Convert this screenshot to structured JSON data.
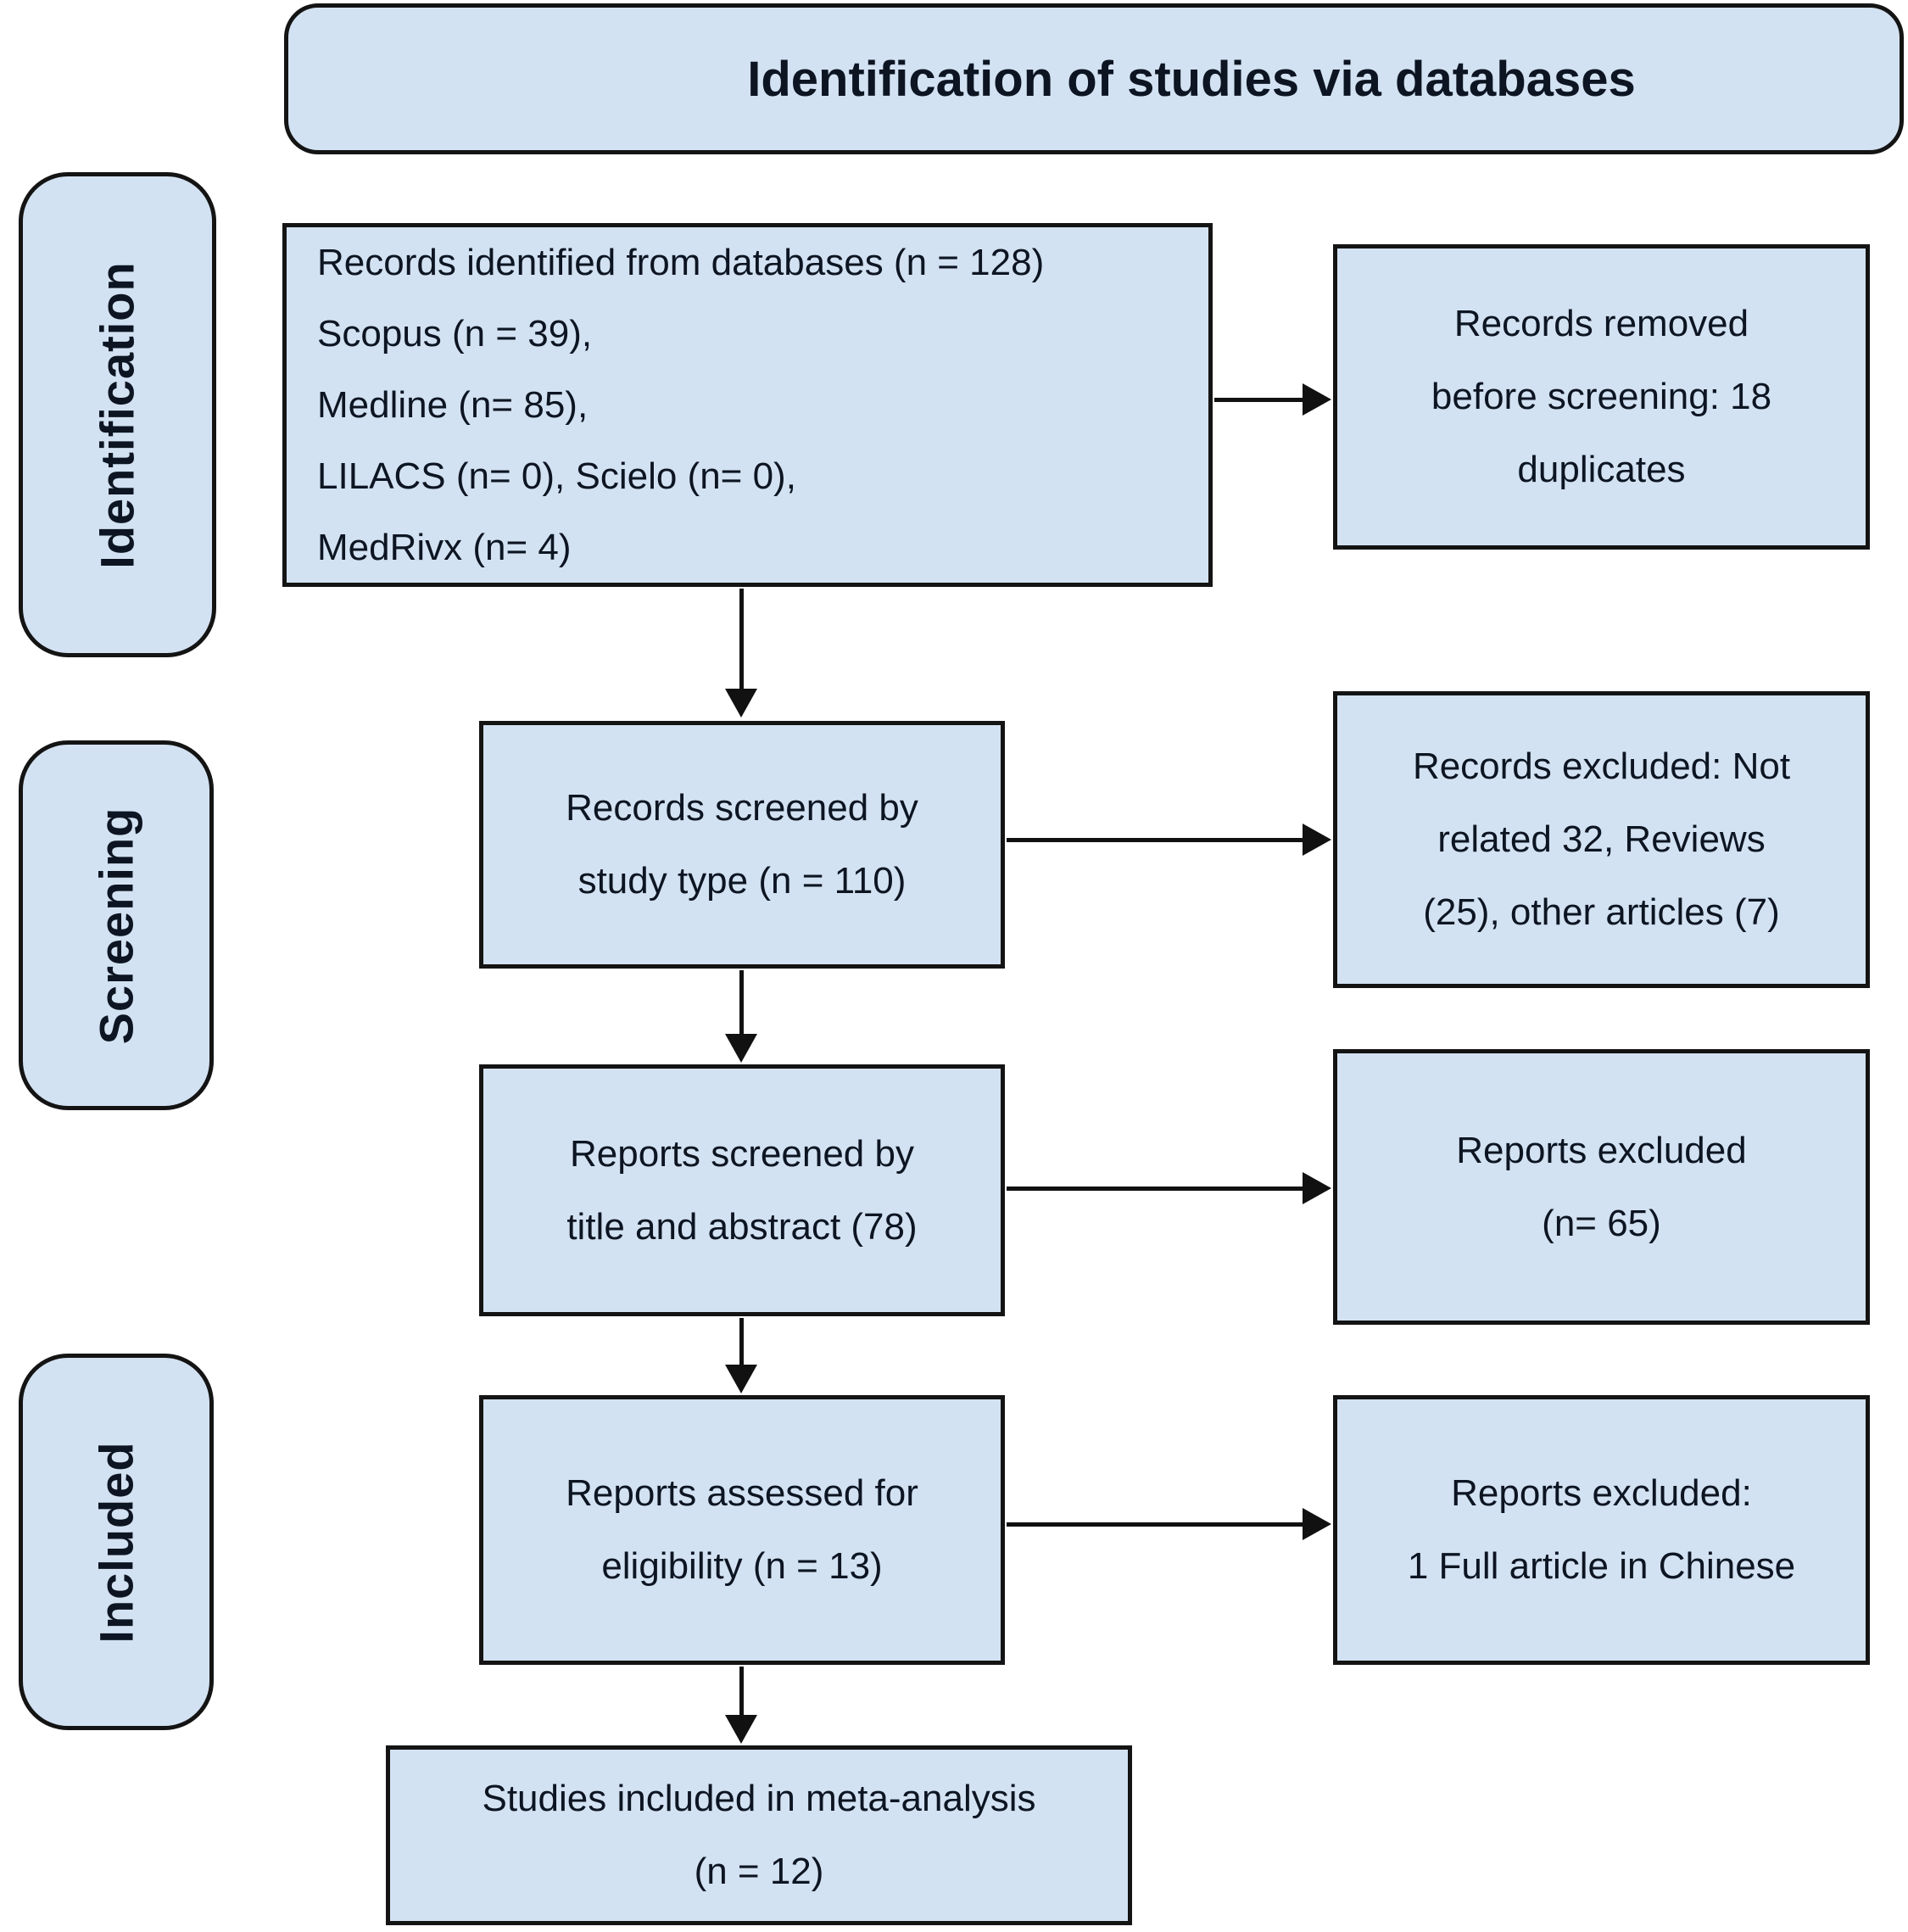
{
  "header": {
    "title": "Identification of studies via databases"
  },
  "stages": [
    {
      "label": "Identification"
    },
    {
      "label": "Screening"
    },
    {
      "label": "Included"
    }
  ],
  "boxes": {
    "records_identified": {
      "lines": [
        "Records identified from databases (n = 128)",
        "Scopus (n = 39),",
        "Medline (n= 85),",
        "LILACS (n= 0), Scielo (n= 0),",
        "MedRivx (n= 4)"
      ]
    },
    "records_removed": {
      "lines": [
        "Records removed",
        "before screening: 18",
        "duplicates"
      ]
    },
    "records_screened": {
      "lines": [
        "Records screened by",
        "study type (n = 110)"
      ]
    },
    "records_excluded": {
      "lines": [
        "Records excluded: Not",
        "related 32, Reviews",
        "(25), other articles (7)"
      ]
    },
    "reports_screened": {
      "lines": [
        "Reports screened by",
        "title and abstract (78)"
      ]
    },
    "reports_excluded": {
      "lines": [
        "Reports excluded",
        "(n= 65)"
      ]
    },
    "reports_assessed": {
      "lines": [
        "Reports assessed for",
        "eligibility (n = 13)"
      ]
    },
    "reports_excluded_full": {
      "lines": [
        "Reports excluded:",
        "1 Full article in Chinese"
      ]
    },
    "studies_included": {
      "lines": [
        "Studies included in meta-analysis",
        "(n = 12)"
      ]
    }
  },
  "colors": {
    "box_fill": "#d3e2f2",
    "box_border": "#141414",
    "text": "#0d1522",
    "arrow": "#111111"
  }
}
